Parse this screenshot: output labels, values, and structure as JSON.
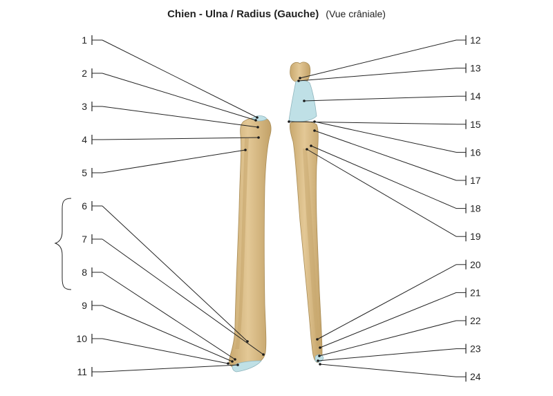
{
  "title": {
    "main": "Chien - Ulna / Radius (Gauche)",
    "sub": "(Vue crâniale)"
  },
  "left_labels": [
    "1",
    "2",
    "3",
    "4",
    "5",
    "6",
    "7",
    "8",
    "9",
    "10",
    "11"
  ],
  "right_labels": [
    "12",
    "13",
    "14",
    "15",
    "16",
    "17",
    "18",
    "19",
    "20",
    "21",
    "22",
    "23",
    "24"
  ],
  "bracket_spans_labels": [
    "6",
    "7",
    "8"
  ],
  "colors": {
    "bone": "#dcc08e",
    "bone_shade": "#b89a63",
    "cartilage": "#b9dde3",
    "line": "#222222"
  }
}
